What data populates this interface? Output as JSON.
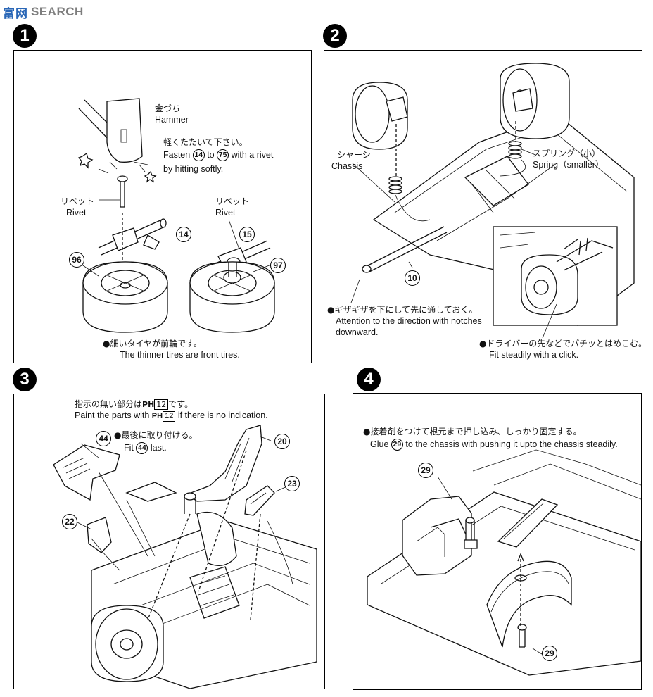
{
  "watermark": {
    "logo": "富网",
    "brand": "SEARCH",
    "url": "..."
  },
  "steps": [
    "1",
    "2",
    "3",
    "4"
  ],
  "panel1": {
    "hammer_jp": "金づち",
    "hammer_en": "Hammer",
    "instruction_jp": "軽くたたいて下さい。",
    "fasten_pre": "Fasten",
    "fasten_a": "14",
    "fasten_mid": "to",
    "fasten_b": "75",
    "fasten_post": "with a rivet",
    "fasten_line2": "by hitting softly.",
    "rivet_jp_left": "リベット",
    "rivet_en_left": "Rivet",
    "rivet_jp_right": "リベット",
    "rivet_en_right": "Rivet",
    "part_14": "14",
    "part_15": "15",
    "part_96": "96",
    "part_97": "97",
    "note_jp": "●細いタイヤが前輪です。",
    "note_en": "The thinner tires are front tires."
  },
  "panel2": {
    "chassis_jp": "シャーシ",
    "chassis_en": "Chassis",
    "spring_jp": "スプリング（小）",
    "spring_en": "Spring（smaller）",
    "part_10": "10",
    "notch_jp": "●ギザギザを下にして先に通しておく。",
    "notch_en1": "Attention to the direction with notches",
    "notch_en2": "downward.",
    "click_jp": "●ドライバーの先などでパチッとはめこむ。",
    "click_en": "Fit steadily with a click."
  },
  "panel3": {
    "paint_jp_pre": "指示の無い部分は",
    "paint_ph": "PH",
    "paint_code": "12",
    "paint_jp_post": "です。",
    "paint_en_pre": "Paint the parts with",
    "paint_en_post": "if there is no indication.",
    "last_jp": "●最後に取り付ける。",
    "last_en_pre": "Fit",
    "last_part": "44",
    "last_en_post": "last.",
    "part_44": "44",
    "part_20": "20",
    "part_23": "23",
    "part_22": "22"
  },
  "panel4": {
    "glue_jp": "●接着剤をつけて根元まで押し込み、しっかり固定する。",
    "glue_en_pre": "Glue",
    "glue_part": "29",
    "glue_en_post": "to the chassis with pushing it upto the chassis steadily.",
    "part_29_top": "29",
    "part_29_bottom": "29"
  }
}
